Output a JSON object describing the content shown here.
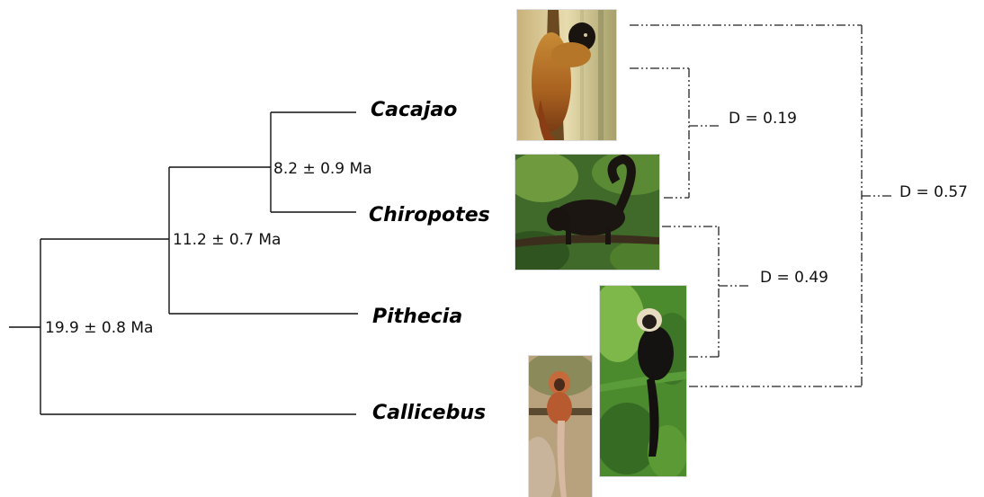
{
  "tree": {
    "taxa": {
      "cacajao": "Cacajao",
      "chiropotes": "Chiropotes",
      "pithecia": "Pithecia",
      "callicebus": "Callicebus"
    },
    "node_ages": {
      "cacajao_chiropotes": "8.2 ± 0.9 Ma",
      "pitheciinae": "11.2 ± 0.7 Ma",
      "root": "19.9 ± 0.8 Ma"
    }
  },
  "distance_tree": {
    "labels": {
      "cacajao_chiropotes": "D = 0.19",
      "chiropotes_pithecia": "D = 0.49",
      "overall": "D = 0.57"
    }
  },
  "photos": {
    "cacajao": "uakari-photo",
    "chiropotes": "bearded-saki-photo",
    "pithecia": "saki-photo",
    "callicebus": "titi-monkey-photo"
  }
}
